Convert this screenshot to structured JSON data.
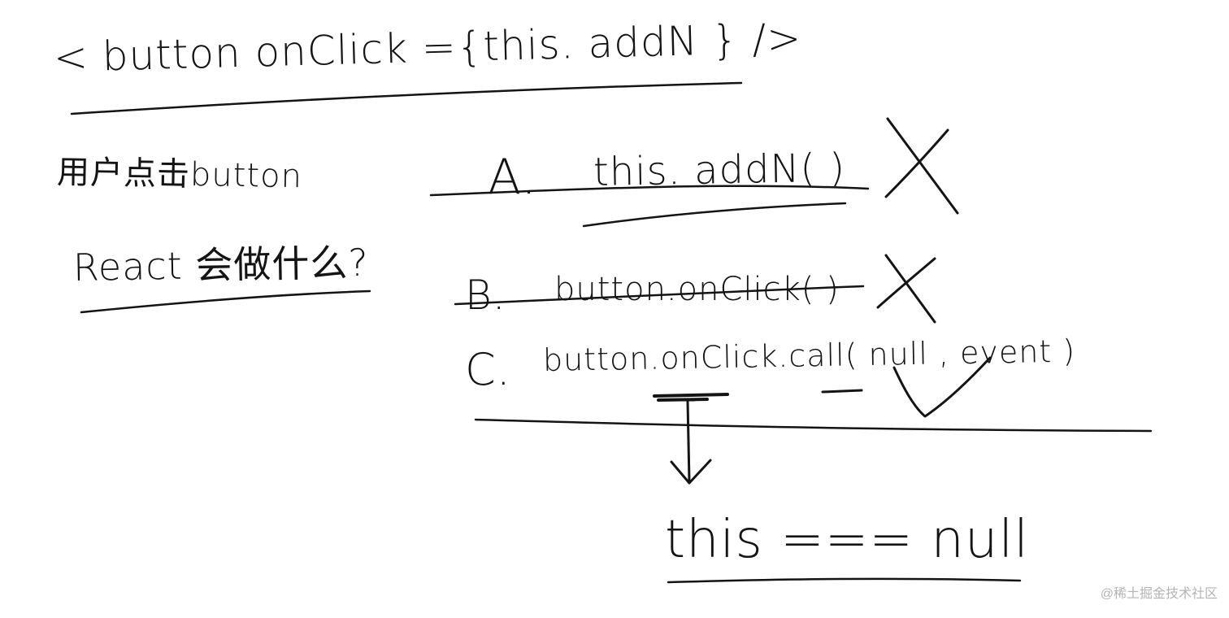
{
  "colors": {
    "ink": "#141414",
    "paper": "#ffffff",
    "watermark": "#b4b4b4"
  },
  "header": {
    "code": "< button   onClick ={this. addN }    />"
  },
  "question": {
    "line1": "用户点击button",
    "line2": "React 会做什么?"
  },
  "options": {
    "a": {
      "letter": "A.",
      "text": "this. addN( )",
      "mark": "✕",
      "struck": true
    },
    "b": {
      "letter": "B.",
      "text": "button.onClick( )",
      "mark": "✕",
      "struck": true
    },
    "c": {
      "letter": "C.",
      "text": "button.onClick.call( null , event )",
      "mark": "✓",
      "struck": false
    }
  },
  "conclusion": {
    "text": "this === null"
  },
  "watermark": {
    "text": "@稀土掘金技术社区"
  }
}
